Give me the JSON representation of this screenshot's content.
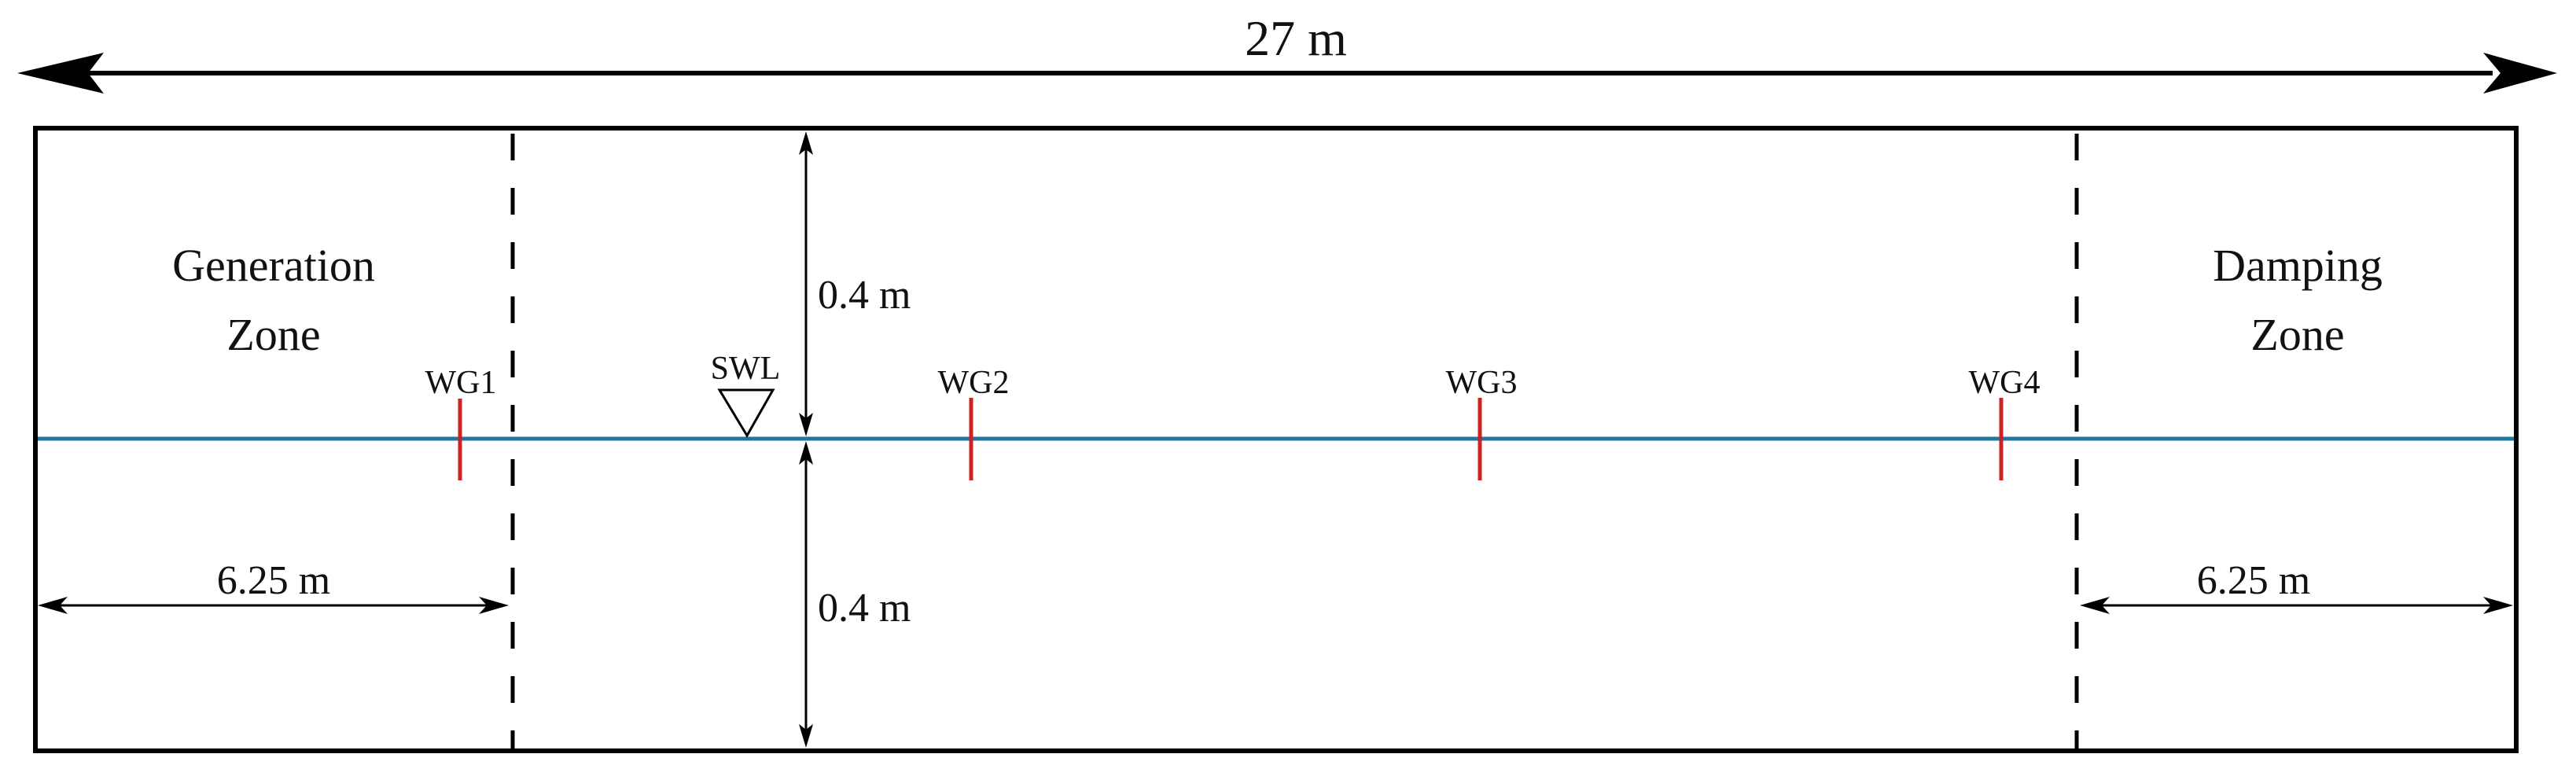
{
  "figure": {
    "overall_length_label": "27 m",
    "zones": {
      "generation": {
        "line1": "Generation",
        "line2": "Zone",
        "width_label": "6.25 m"
      },
      "damping": {
        "line1": "Damping",
        "line2": "Zone",
        "width_label": "6.25 m"
      }
    },
    "swl_label": "SWL",
    "air_height_label": "0.4 m",
    "water_depth_label": "0.4 m",
    "wave_gauges": [
      {
        "label": "WG1"
      },
      {
        "label": "WG2"
      },
      {
        "label": "WG3"
      },
      {
        "label": "WG4"
      }
    ],
    "colors": {
      "outline": "#000000",
      "water_line": "#1f77a0",
      "wave_gauge": "#cc2222"
    }
  }
}
